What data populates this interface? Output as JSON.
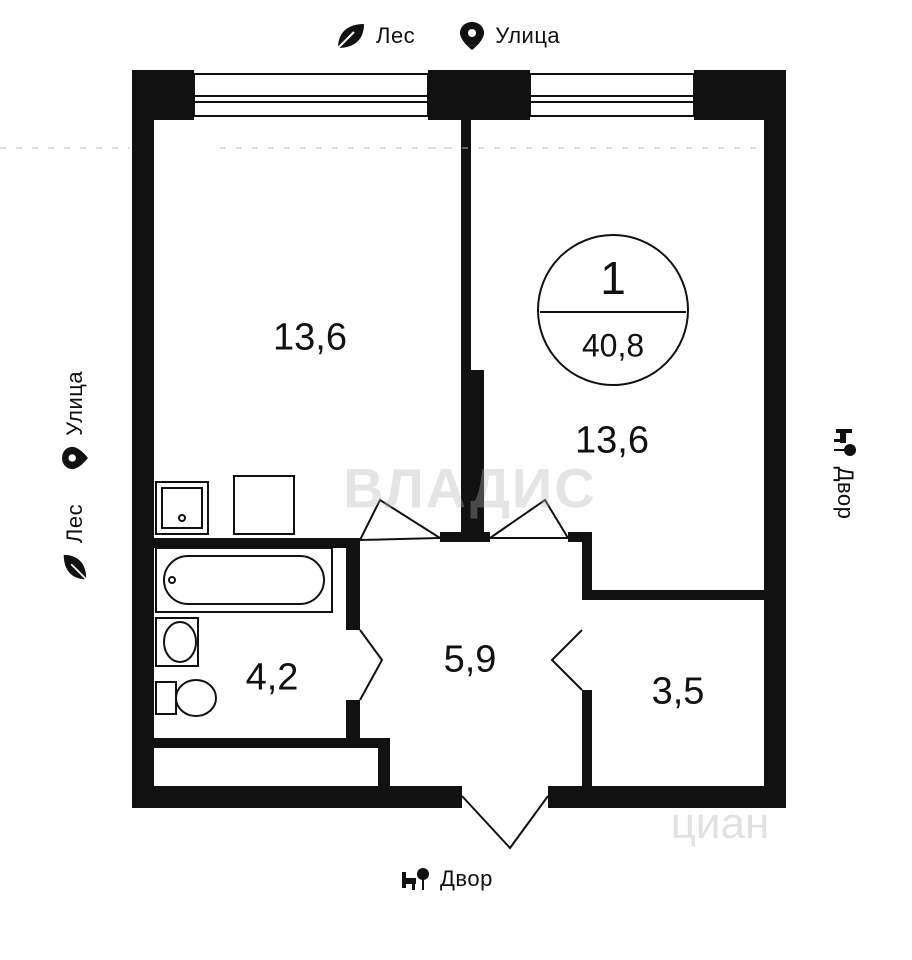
{
  "orientation": {
    "top": [
      {
        "icon": "leaf-icon",
        "text": "Лес"
      },
      {
        "icon": "location-pin-icon",
        "text": "Улица"
      }
    ],
    "left": [
      {
        "icon": "location-pin-icon",
        "text": "Улица"
      },
      {
        "icon": "leaf-icon",
        "text": "Лес"
      }
    ],
    "right": [
      {
        "icon": "yard-icon",
        "text": "Двор"
      }
    ],
    "bottom": [
      {
        "icon": "yard-icon",
        "text": "Двор"
      }
    ]
  },
  "badge": {
    "rooms": "1",
    "total_area": "40,8"
  },
  "rooms": {
    "living_left": "13,6",
    "living_right": "13,6",
    "bathroom": "4,2",
    "hall": "5,9",
    "storage": "3,5"
  },
  "watermarks": {
    "brand": "ВЛАДИС",
    "site": "циан"
  },
  "colors": {
    "walls": "#111111",
    "background": "#ffffff"
  }
}
